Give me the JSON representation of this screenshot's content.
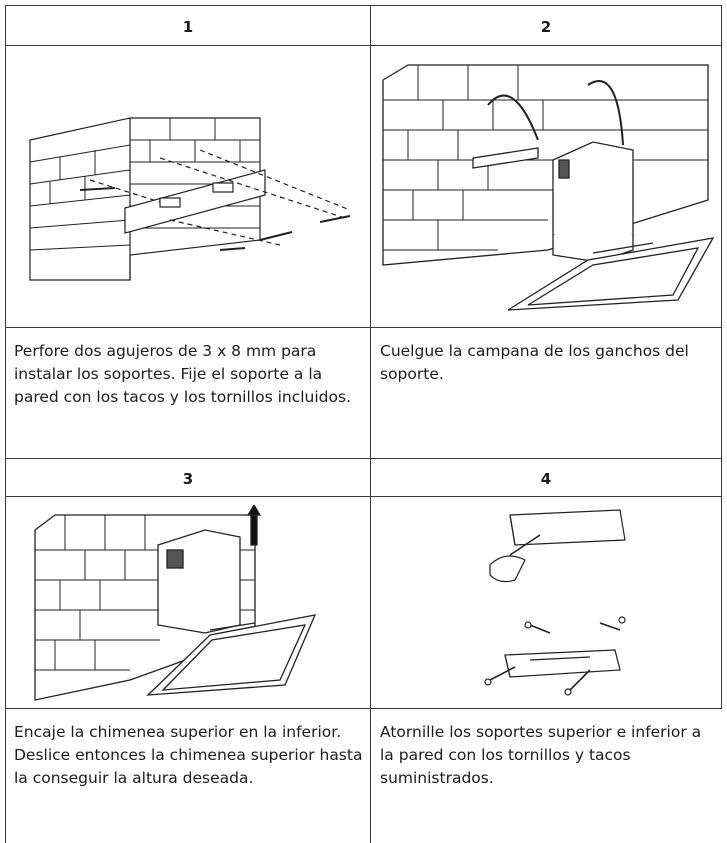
{
  "steps": [
    {
      "number": "1",
      "text": "Perfore dos agujeros de 3 x 8 mm para instalar los soportes. Fije el soporte a la pared con los tacos y los tornillos incluidos."
    },
    {
      "number": "2",
      "text": "Cuelgue la campana de los ganchos del soporte."
    },
    {
      "number": "3",
      "text": "Encaje la chimenea superior en la inferior. Deslice entonces la chimenea superior hasta la conseguir la altura deseada."
    },
    {
      "number": "4",
      "text": "Atornille los soportes superior e inferior a la pared con los tornillos y tacos suministrados."
    }
  ],
  "illustrations": [
    "wall-bracket-drilling",
    "hood-hanging-on-hooks",
    "chimney-height-adjustment",
    "bracket-screw-assembly"
  ]
}
